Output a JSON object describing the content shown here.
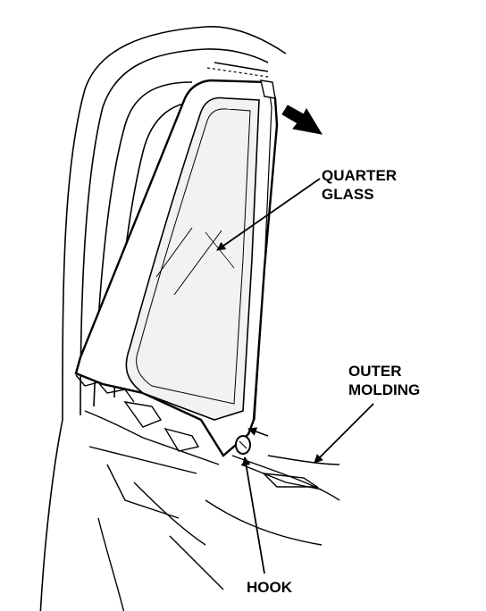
{
  "labels": {
    "quarter_glass": [
      "QUARTER",
      "GLASS"
    ],
    "outer_molding": [
      "OUTER",
      "MOLDING"
    ],
    "hook": "HOOK"
  },
  "colors": {
    "ink": "#000000",
    "paper": "#ffffff",
    "glass_tint": "#f2f2f2"
  }
}
